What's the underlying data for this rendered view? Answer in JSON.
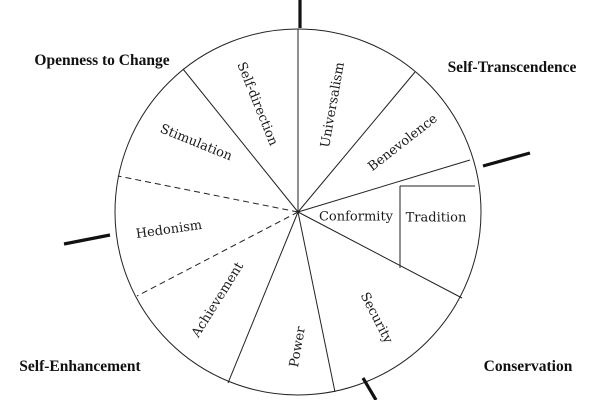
{
  "diagram": {
    "groups": {
      "openness": "Openness to Change",
      "transcendence": "Self-Transcendence",
      "enhancement": "Self-Enhancement",
      "conservation": "Conservation"
    },
    "values": {
      "self_direction": "Self-direction",
      "universalism": "Universalism",
      "benevolence": "Benevolence",
      "conformity": "Conformity",
      "tradition": "Tradition",
      "security": "Security",
      "power": "Power",
      "achievement": "Achievement",
      "hedonism": "Hedonism",
      "stimulation": "Stimulation"
    }
  }
}
